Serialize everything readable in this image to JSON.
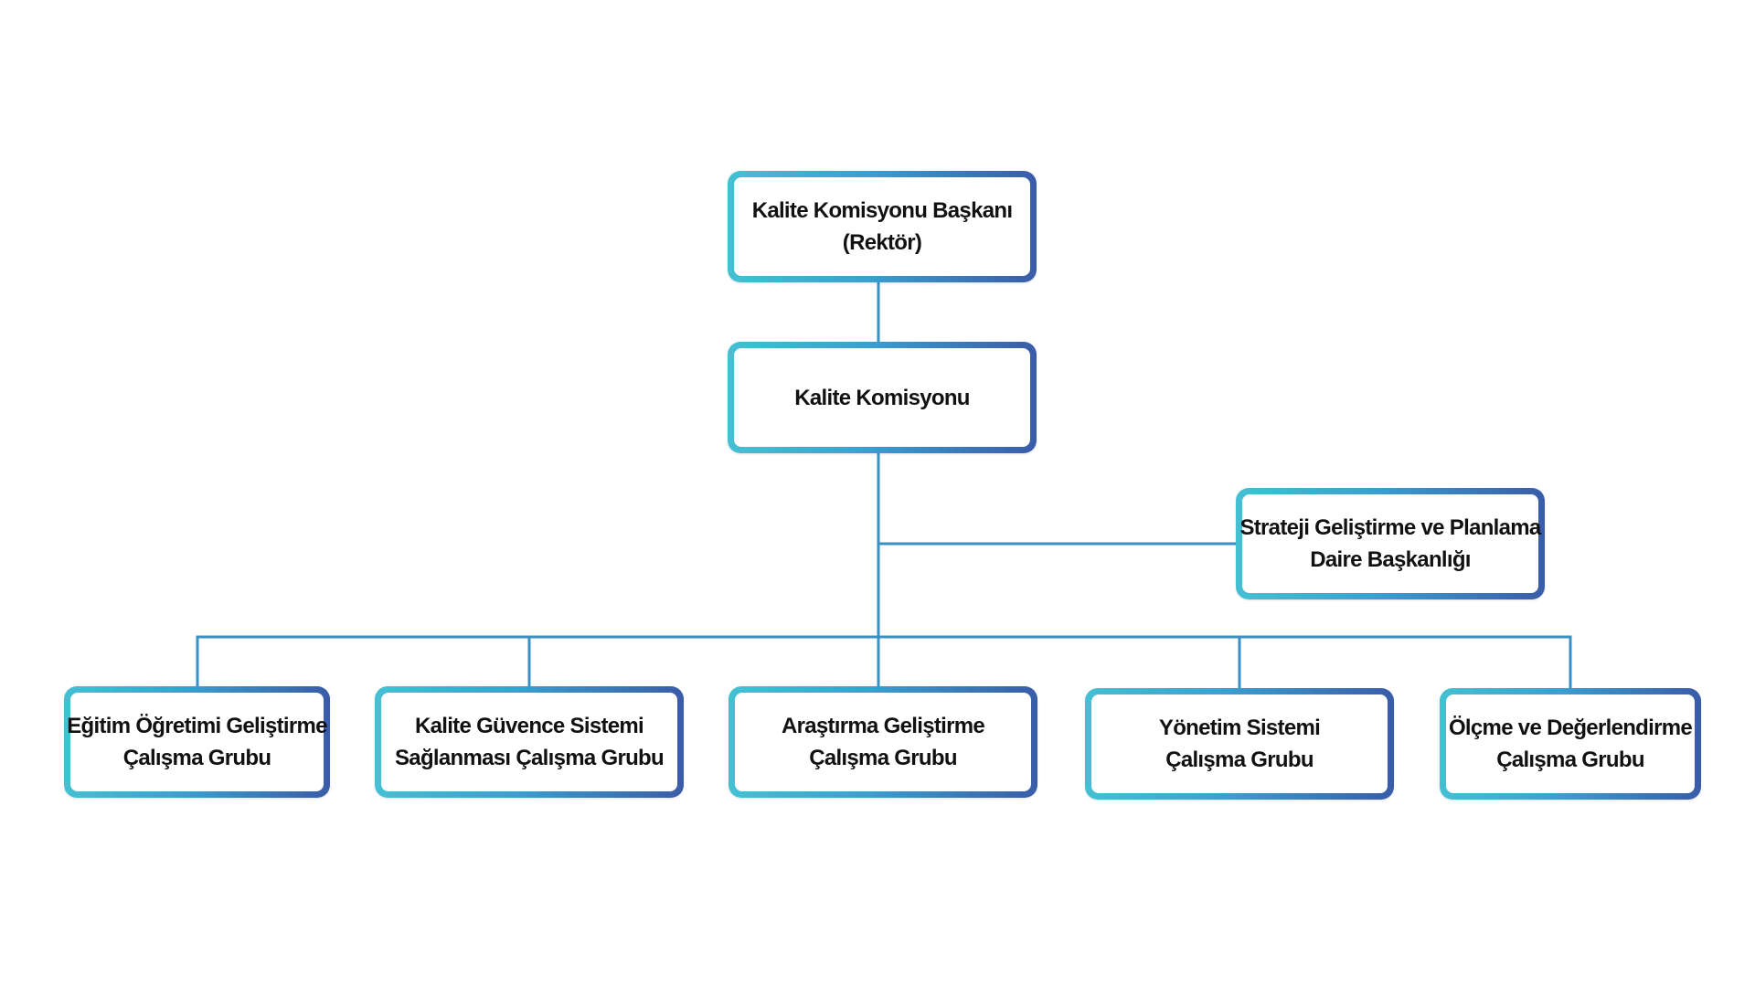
{
  "colors": {
    "gradient_start": "#45c0d2",
    "gradient_end": "#3a5ca8",
    "connector": "#3a8fc3",
    "text": "#111111",
    "background": "#ffffff"
  },
  "nodes": {
    "president": {
      "lines": [
        "Kalite Komisyonu Başkanı",
        "(Rektör)"
      ]
    },
    "commission": {
      "lines": [
        "Kalite Komisyonu"
      ]
    },
    "strategy": {
      "lines": [
        "Strateji Geliştirme ve Planlama",
        "Daire Başkanlığı"
      ]
    },
    "education": {
      "lines": [
        "Eğitim Öğretimi Geliştirme",
        "Çalışma Grubu"
      ]
    },
    "assurance": {
      "lines": [
        "Kalite Güvence Sistemi",
        "Sağlanması Çalışma Grubu"
      ]
    },
    "research": {
      "lines": [
        "Araştırma Geliştirme",
        "Çalışma Grubu"
      ]
    },
    "management": {
      "lines": [
        "Yönetim Sistemi",
        "Çalışma Grubu"
      ]
    },
    "measurement": {
      "lines": [
        "Ölçme ve Değerlendirme",
        "Çalışma Grubu"
      ]
    }
  }
}
